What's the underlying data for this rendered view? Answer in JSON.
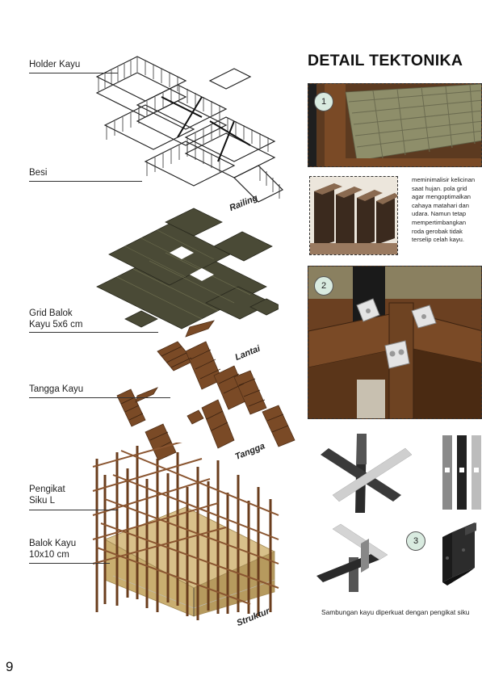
{
  "page": {
    "number": "9",
    "heading": "DETAIL TEKTONIKA"
  },
  "labels": {
    "holder_kayu": "Holder Kayu",
    "besi": "Besi",
    "grid_balok": "Grid Balok\nKayu 5x6 cm",
    "tangga_kayu": "Tangga Kayu",
    "pengikat_siku": "Pengikat\nSiku L",
    "balok_kayu": "Balok Kayu\n10x10 cm"
  },
  "layer_names": {
    "railing": "Railing",
    "lantai": "Lantai",
    "tangga": "Tangga",
    "struktur": "Struktur"
  },
  "details": {
    "badge_1": "1",
    "badge_2": "2",
    "badge_3": "3",
    "paragraph": "meminimalisir kelicinan\nsaat hujan. pola grid\nagar mengoptimalkan\ncahaya matahari dan\nudara. Namun tetap\nmempertimbangkan\nroda gerobak tidak\nterselip celah kayu.",
    "caption": "Sambungan kayu diperkuat dengan pengikat siku"
  },
  "colors": {
    "wood": "#7a4a26",
    "wood_dark": "#4f2e16",
    "deck": "#4a4a36",
    "badge": "#d9ebe0",
    "steel": "#1b1b1b"
  }
}
